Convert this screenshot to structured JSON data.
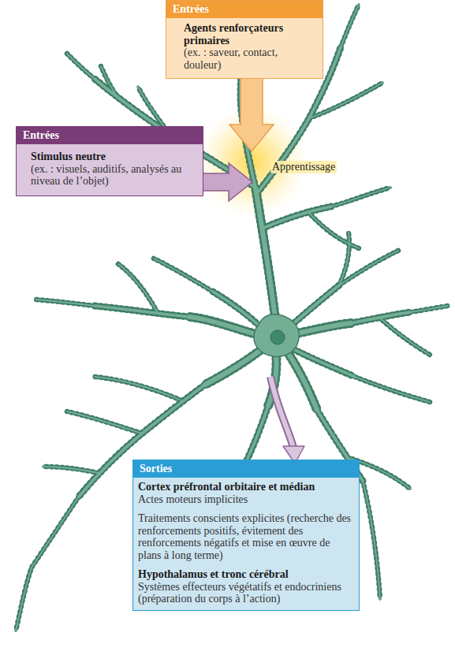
{
  "diagram": {
    "nodes": [
      {
        "text": [
          "Entrées",
          "Agents renforçateurs primaires",
          "(ex. : saveur, contact, douleur)"
        ]
      },
      {
        "text": [
          "Entrées",
          "Stimulus neutre",
          "(ex. : visuels, auditifs, analysés au niveau de l’objet)"
        ]
      },
      {
        "text": [
          "Sorties",
          "Cortex préfrontal orbitaire et médian",
          "Actes moteurs implicites",
          "Traitements conscients explicites (recherche des renforcements positifs, évitement des renforcements négatifs et mise en œuvre de plans à long terme)",
          "Hypothalamus et tronc cérébral",
          "Systèmes effecteurs végétatifs et endocriniens (préparation du corps à l’action)"
        ]
      }
    ],
    "labels": [
      "Apprentissage"
    ]
  }
}
